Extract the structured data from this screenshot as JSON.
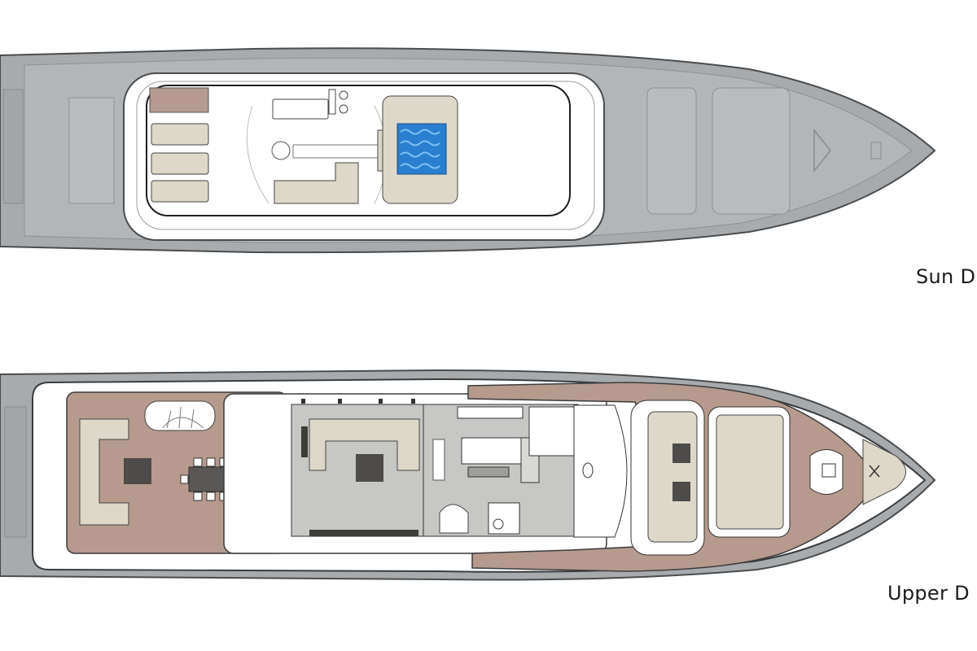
{
  "decks": [
    {
      "id": "sun",
      "label": "Sun D"
    },
    {
      "id": "upper",
      "label": "Upper D"
    }
  ],
  "colors": {
    "hull_grey": "#a7abad",
    "hull_grey_light": "#b5b8ba",
    "hull_outline": "#4a4c4e",
    "deck_white": "#ffffff",
    "teak": "#b59a8d",
    "interior_grey": "#c7c7c5",
    "upholstery": "#ddd8c9",
    "dark_furniture": "#5a5856",
    "pool": "#2b7fd0",
    "label_text": "#1c1c1c"
  }
}
